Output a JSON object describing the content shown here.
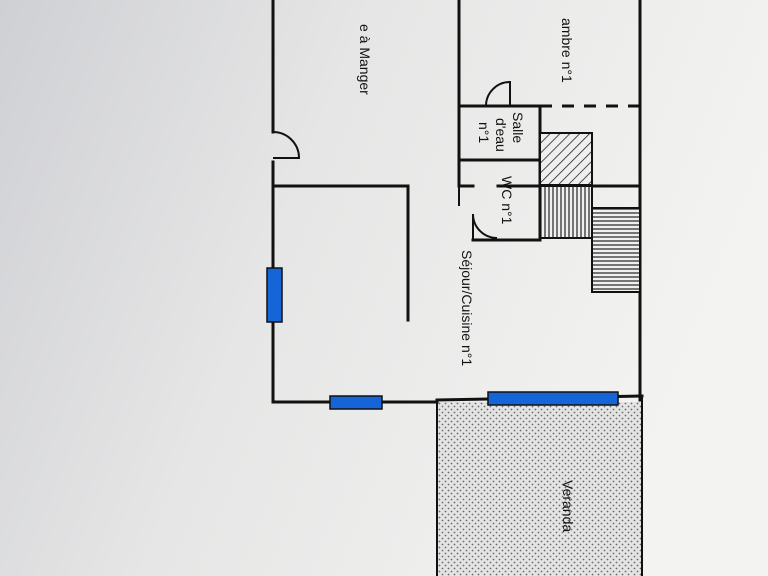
{
  "plan": {
    "rooms": {
      "chambre": "ambre n°1",
      "salle_a_manger": "e à Manger",
      "salle_deau": [
        "Salle",
        "d'eau",
        "n°1"
      ],
      "wc": "WC n°1",
      "sejour": "Séjour/Cuisine n°1",
      "veranda": "Veranda"
    }
  },
  "colors": {
    "paper": "#f0f0ee",
    "shadow": "#d4d5d8",
    "wall": "#111111",
    "window": "#1565d8",
    "veranda_fill": "#e2e2e2",
    "veranda_dot": "#666666"
  }
}
